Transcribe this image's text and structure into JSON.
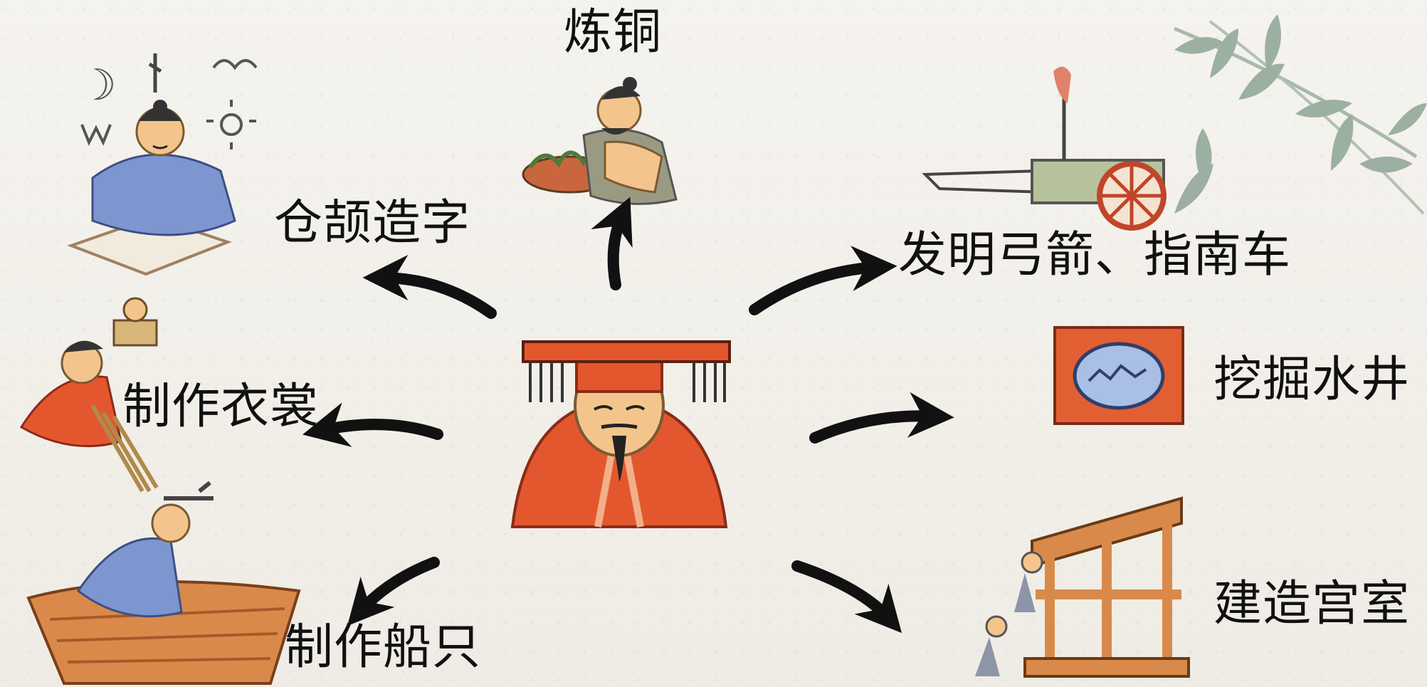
{
  "center": {
    "figure": "emperor-figure"
  },
  "inventions": [
    {
      "id": "smelting-copper",
      "label": "炼铜"
    },
    {
      "id": "cangjie-writing",
      "label": "仓颉造字"
    },
    {
      "id": "bow-south-chariot",
      "label": "发明弓箭、指南车"
    },
    {
      "id": "making-clothes",
      "label": "制作衣裳"
    },
    {
      "id": "digging-well",
      "label": "挖掘水井"
    },
    {
      "id": "making-boats",
      "label": "制作船只"
    },
    {
      "id": "building-palace",
      "label": "建造宫室"
    }
  ],
  "colors": {
    "arrow": "#111111",
    "robe_red": "#e4572e",
    "robe_blue": "#7d96cf",
    "wood": "#d98a4a",
    "skin": "#f3c58c",
    "bamboo": "#7f9a8a"
  }
}
